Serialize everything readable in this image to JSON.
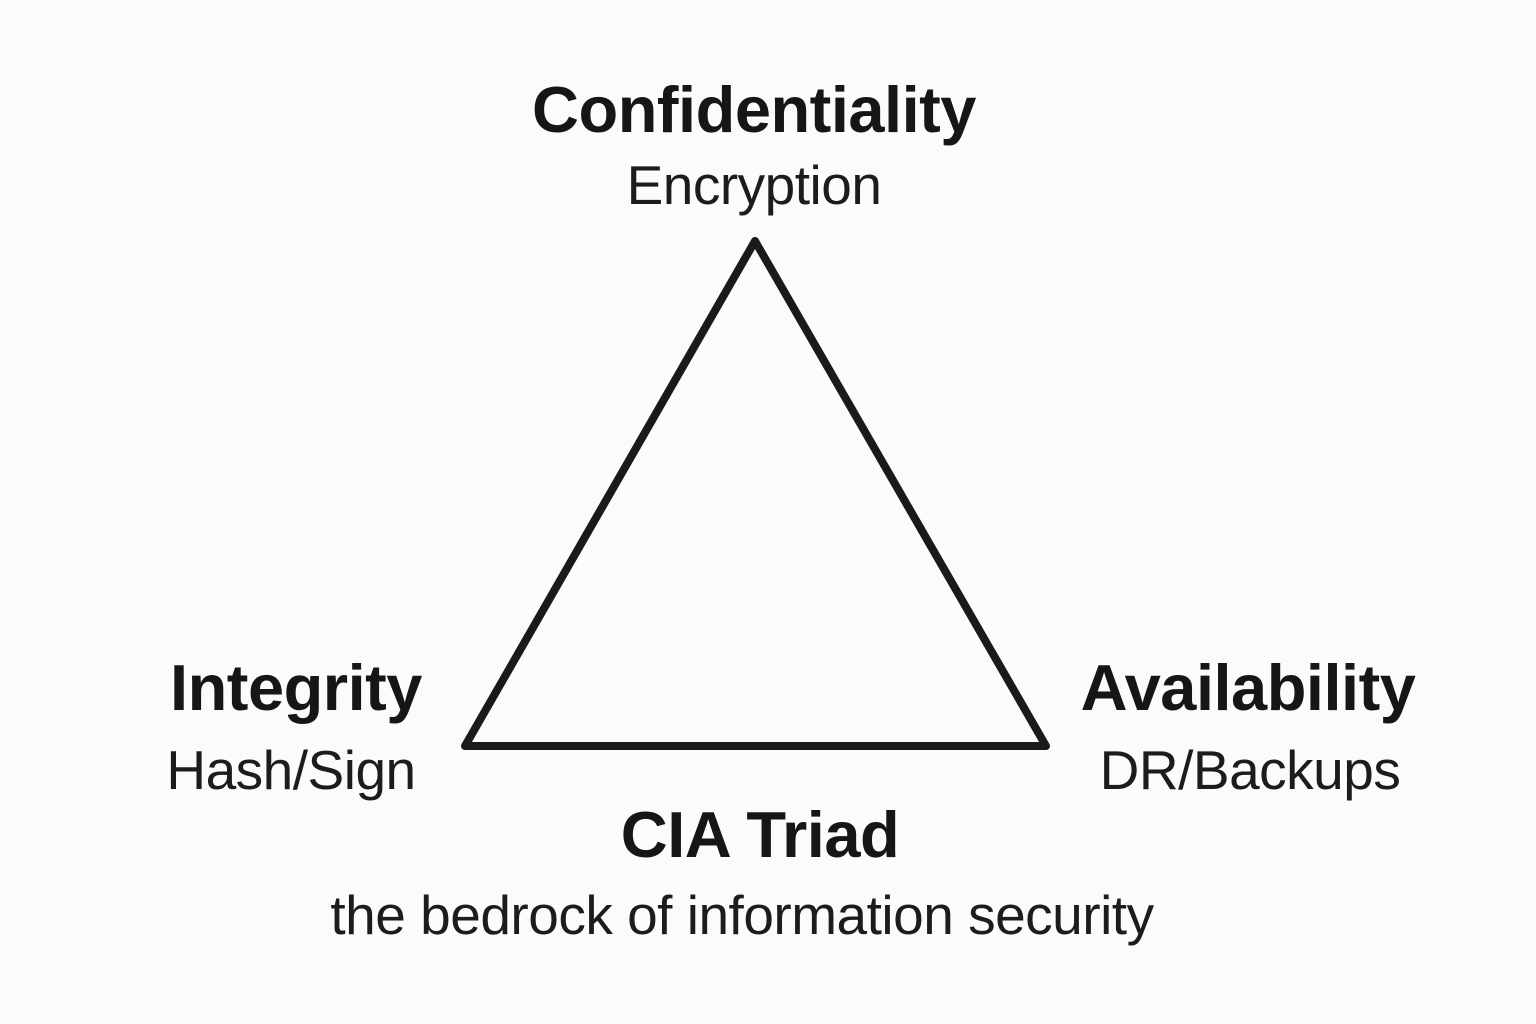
{
  "page": {
    "background_color": "#fbfbfb",
    "text_color": "#161616"
  },
  "diagram": {
    "type": "triangle",
    "stroke_color": "#1a1a1a",
    "title": "CIA Triad",
    "subtitle": "the bedrock of information security",
    "vertices": [
      {
        "position": "top",
        "label": "Confidentiality",
        "sublabel": "Encryption"
      },
      {
        "position": "bottom-left",
        "label": "Integrity",
        "sublabel": "Hash/Sign"
      },
      {
        "position": "bottom-right",
        "label": "Availability",
        "sublabel": "DR/Backups"
      }
    ]
  }
}
